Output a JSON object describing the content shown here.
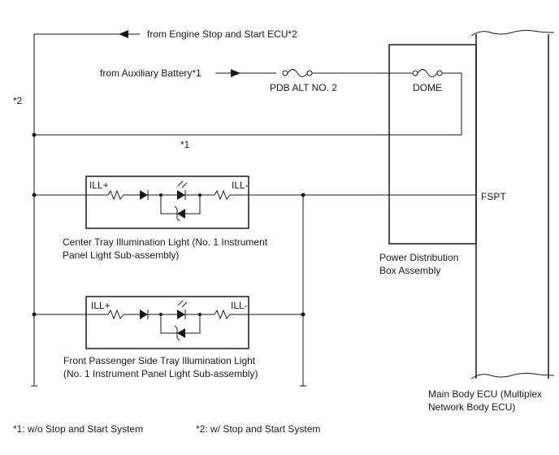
{
  "labels": {
    "engine_ecu": "from Engine Stop and Start ECU*2",
    "aux_battery": "from Auxiliary Battery*1",
    "fuse_pdb": "PDB ALT NO. 2",
    "fuse_dome": "DOME",
    "note_2": "*2",
    "note_1": "*1",
    "ill_plus_1": "ILL+",
    "ill_minus_1": "ILL-",
    "ill_plus_2": "ILL+",
    "ill_minus_2": "ILL-",
    "fspt": "FSPT",
    "center_tray_line1": "Center Tray Illumination Light (No. 1 Instrument",
    "center_tray_line2": "Panel Light Sub-assembly)",
    "front_tray_line1": "Front Passenger Side Tray Illumination Light",
    "front_tray_line2": "(No. 1 Instrument Panel Light Sub-assembly)",
    "pdb_line1": "Power Distribution",
    "pdb_line2": "Box Assembly",
    "ecu_line1": "Main Body ECU (Multiplex",
    "ecu_line2": "Network Body ECU)"
  },
  "footnotes": {
    "f1": "*1: w/o Stop and Start System",
    "f2": "*2: w/ Stop and Start System"
  }
}
